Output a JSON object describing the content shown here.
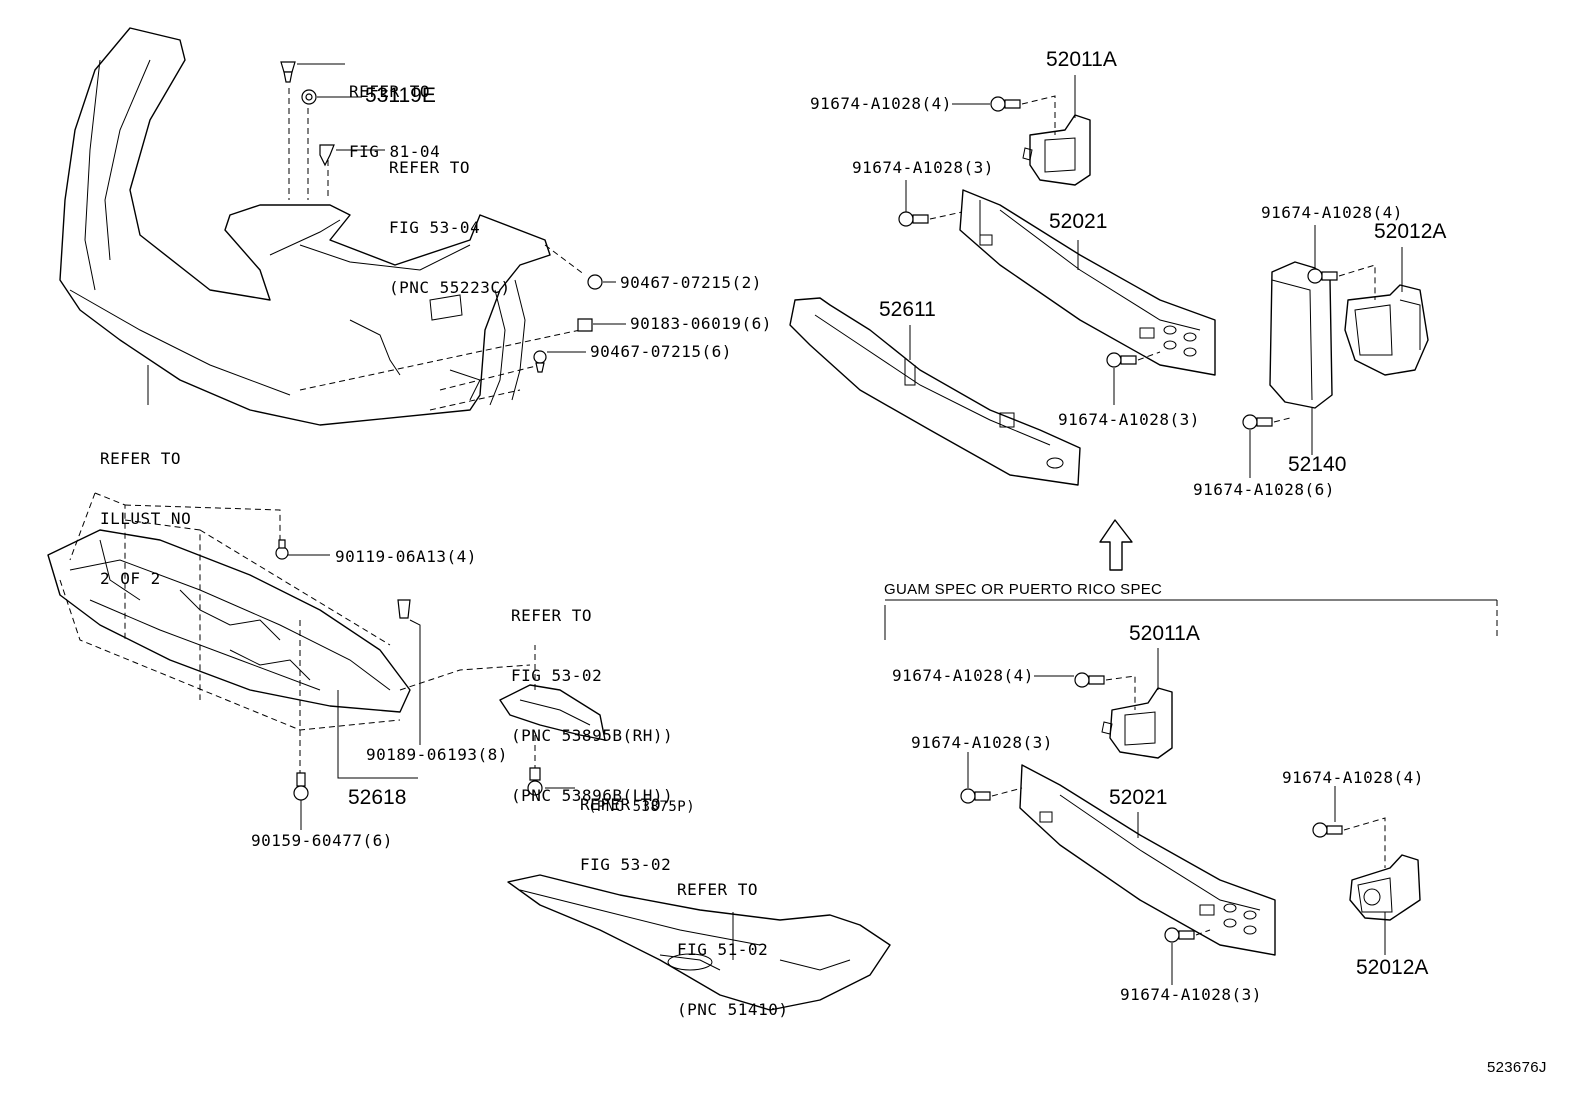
{
  "callouts": {
    "refer_fig_81_04": [
      "REFER TO",
      "FIG 81-04"
    ],
    "p53119E": "53119E",
    "refer_fig_53_04": [
      "REFER TO",
      "FIG 53-04",
      "(PNC 55223C)"
    ],
    "p90467_2": "90467-07215(2)",
    "p90183": "90183-06019(6)",
    "p90467_6": "90467-07215(6)",
    "refer_illust": [
      "REFER TO",
      "ILLUST NO",
      "2 OF 2"
    ],
    "p90119": "90119-06A13(4)",
    "refer_fig_53_02_a": [
      "REFER TO",
      "FIG 53-02",
      "(PNC 53895B(RH))",
      "(PNC 53896B(LH))"
    ],
    "p90189": "90189-06193(8)",
    "p52618": "52618",
    "refer_fig_53_02_b": [
      "REFER TO",
      "FIG 53-02"
    ],
    "pnc_53875P": "(PNC 53875P)",
    "p90159": "90159-60477(6)",
    "refer_fig_51_02": [
      "REFER TO",
      "FIG 51-02",
      "(PNC 51410)"
    ],
    "p52011A_top": "52011A",
    "bolt_4_a": "91674-A1028(4)",
    "bolt_3_a": "91674-A1028(3)",
    "p52021_top": "52021",
    "bolt_4_b": "91674-A1028(4)",
    "p52012A_top": "52012A",
    "p52611": "52611",
    "bolt_3_b": "91674-A1028(3)",
    "p52140": "52140",
    "bolt_6": "91674-A1028(6)",
    "spec_label": "GUAM SPEC OR PUERTO RICO SPEC",
    "p52011A_bot": "52011A",
    "bolt_4_c": "91674-A1028(4)",
    "bolt_3_c": "91674-A1028(3)",
    "p52021_bot": "52021",
    "bolt_4_d": "91674-A1028(4)",
    "bolt_3_d": "91674-A1028(3)",
    "p52012A_bot": "52012A",
    "illustration_no": "523676J"
  }
}
